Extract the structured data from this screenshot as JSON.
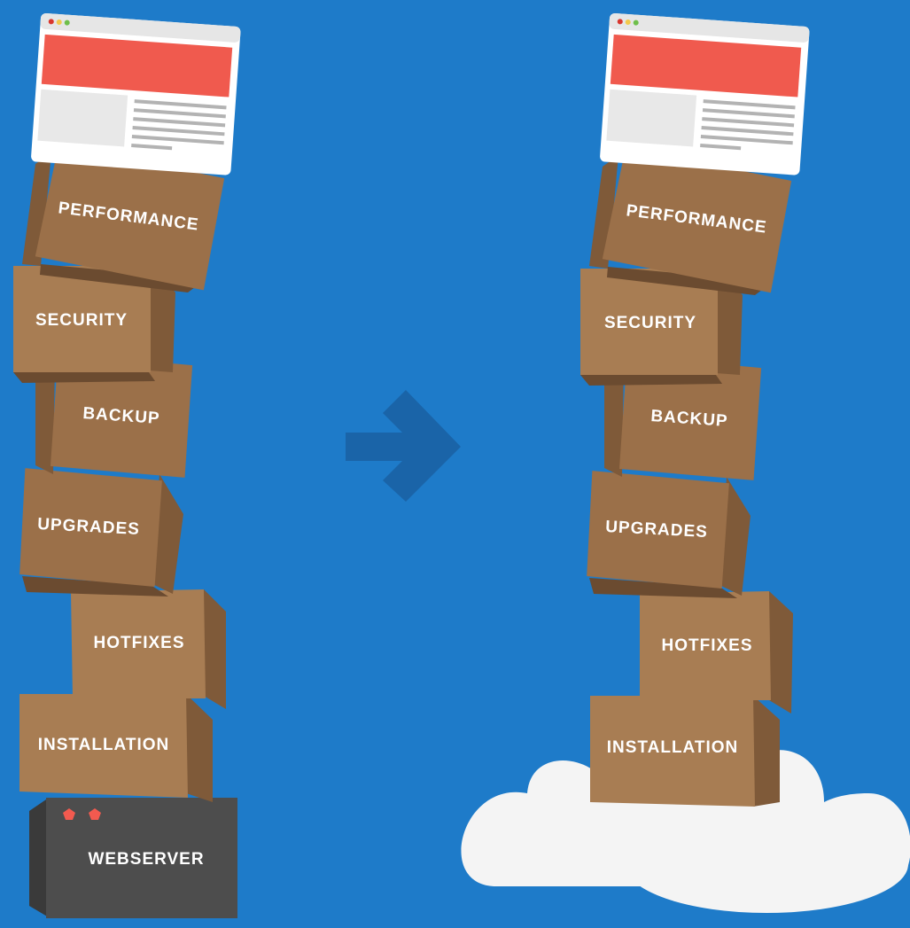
{
  "colors": {
    "background": "#1e7bc9",
    "box_front": "#9b7049",
    "box_side": "#7f5a39",
    "box_shadow": "#6b4b30",
    "server_front": "#4d4d4d",
    "server_side": "#3a3a3a",
    "server_led": "#f25a4f",
    "browser_header": "#f05a4e",
    "browser_frame": "#ffffff",
    "browser_placeholder": "#e8e8e8",
    "browser_lines": "#b3b3b3",
    "cloud": "#f4f4f4",
    "arrow": "#1a64a8"
  },
  "icons": {
    "browser": "browser-window-icon",
    "arrow": "arrow-right-icon",
    "cloud": "cloud-icon",
    "server": "server-box-icon"
  },
  "left_stack": {
    "boxes": [
      "PERFORMANCE",
      "SECURITY",
      "BACKUP",
      "UPGRADES",
      "HOTFIXES",
      "INSTALLATION"
    ],
    "base": "WEBSERVER"
  },
  "right_stack": {
    "boxes": [
      "PERFORMANCE",
      "SECURITY",
      "BACKUP",
      "UPGRADES",
      "HOTFIXES",
      "INSTALLATION"
    ]
  }
}
